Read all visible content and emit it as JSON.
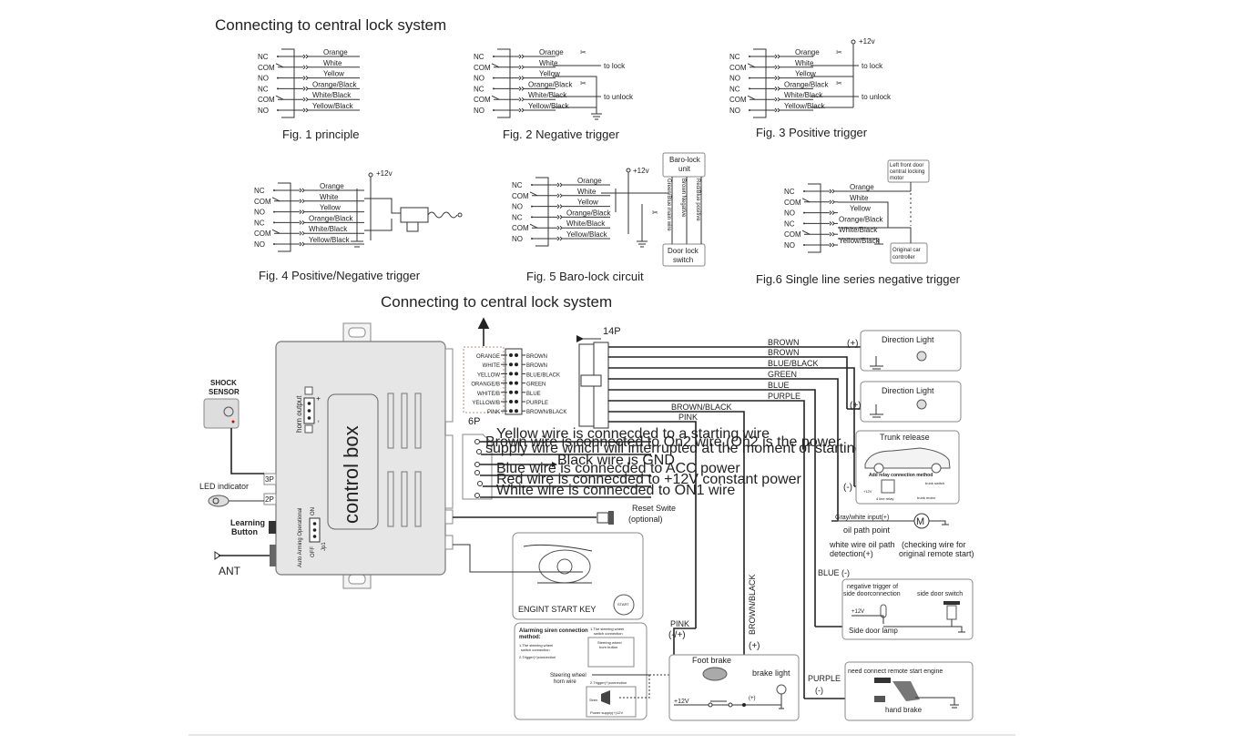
{
  "headings": {
    "top": "Connecting to central lock system",
    "middle": "Connecting to central lock system"
  },
  "relay_pins": [
    "NC",
    "COM",
    "NO",
    "NC",
    "COM",
    "NO"
  ],
  "wire_colors": [
    "Orange",
    "White",
    "Yellow",
    "Orange/Black",
    "White/Black",
    "Yellow/Black"
  ],
  "figures": {
    "fig1": {
      "caption": "Fig. 1  principle"
    },
    "fig2": {
      "caption": "Fig. 2  Negative trigger",
      "to_lock": "to lock",
      "to_unlock": "to unlock"
    },
    "fig3": {
      "caption": "Fig. 3  Positive trigger",
      "supply": "+12v",
      "to_lock": "to lock",
      "to_unlock": "to unlock"
    },
    "fig4": {
      "caption": "Fig. 4  Positive/Negative trigger",
      "supply": "+12v"
    },
    "fig5": {
      "caption": "Fig. 5  Baro-lock circuit",
      "supply": "+12v",
      "unit": "Baro-lock unit",
      "switch": "Door lock switch",
      "wire_green": "Green/Blue  main wire",
      "wire_brown": "Brown   Negative",
      "wire_red": "Red/Blue  positive"
    },
    "fig6": {
      "caption": "Fig.6  Single line series negative trigger",
      "motor": "Left front door central locking motor",
      "controller": "Original car controller"
    }
  },
  "control_box": {
    "label": "control box",
    "horn_output": "horn output",
    "horn_plus": "+",
    "horn_minus": "-",
    "jumper_title": "Auto Arming Operational",
    "jumper_on": "ON",
    "jumper_off": "OFF",
    "jumper_name": "Jp1",
    "port_3p": "3P",
    "port_2p": "2P",
    "port_6p": "6P",
    "port_14p": "14P"
  },
  "peripherals": {
    "shock_sensor": "SHOCK SENSOR",
    "led_indicator": "LED indicator",
    "learning_button": "Learning Button",
    "antenna": "ANT",
    "reset_switch": "Reset Swite",
    "reset_optional": "(optional)",
    "start_key": "ENGINT START KEY"
  },
  "connector_pins": {
    "left": [
      "ORANGE",
      "WHITE",
      "YELLOW",
      "ORANGE/B",
      "WHITE/B",
      "YELLOW/B",
      "PINK"
    ],
    "right": [
      "BROWN",
      "BROWN",
      "BLUE/BLACK",
      "GREEN",
      "BLUE",
      "PURPLE",
      "BROWN/BLACK"
    ]
  },
  "six_pin_notes": [
    "Yellow wire is connecded to a starting wire",
    "Brown wire is connected to On2 wire (On2 is the power",
    "supply wire which will interrupted at the moment of starting)",
    "Black wire is GND",
    "Blue wire is connecded to ACC power",
    "Red wire is connecded to +12V constant power",
    "White wire is connecded to ON1 wire"
  ],
  "harness_wires": [
    "BROWN",
    "BROWN",
    "BLUE/BLACK",
    "GREEN",
    "BLUE",
    "PURPLE",
    "BROWN/BLACK",
    "PINK"
  ],
  "outputs": {
    "direction_light": "Direction Light",
    "plus": "(+)",
    "minus": "(-)",
    "trunk_release": "Trunk release",
    "relay_method": "Add relay connection method",
    "trunk_switch": "trunk switch",
    "trunk_motor": "trunk motor",
    "four_line_relay": "4 line relay",
    "plus12v": "+12V",
    "gray_white_input": "Gray/white  input(+)",
    "motor": "M",
    "oil_path_point": "oil path point",
    "white_wire_oil": "white wire oil path",
    "detection": "detection(+)",
    "checking_wire": "(checking wire for",
    "original_remote": "original remote start)",
    "blue_minus": "BLUE (-)",
    "neg_trigger_1": "negative trigger of",
    "neg_trigger_2": "side doorconnection",
    "side_door_switch": "side door switch",
    "side_door_lamp": "Side door lamp",
    "purple": "PURPLE",
    "need_connect": "need connect remote start engine",
    "hand_brake": "hand brake",
    "brown_black": "BROWN/BLACK",
    "pink": "PINK",
    "pink_pol": "(-/+)",
    "foot_brake": "Foot brake",
    "brake_light": "brake light"
  },
  "siren": {
    "title1": "Alarming siren connection",
    "title2": "method:",
    "m1a": "1.The steering wheel",
    "m1b": "switch connection",
    "m2": "2.Trigger(+)connection",
    "sw_title1": "1.The steering wheel",
    "sw_title2": "switch connection",
    "horn_btn1": "Steering wheel",
    "horn_btn2": "horn button",
    "horn_wire1": "Steering wheel",
    "horn_wire2": "horn wire",
    "trigger": "2.Trigger(+)connection",
    "siren": "Siren",
    "power": "Power supply(+)12V"
  }
}
